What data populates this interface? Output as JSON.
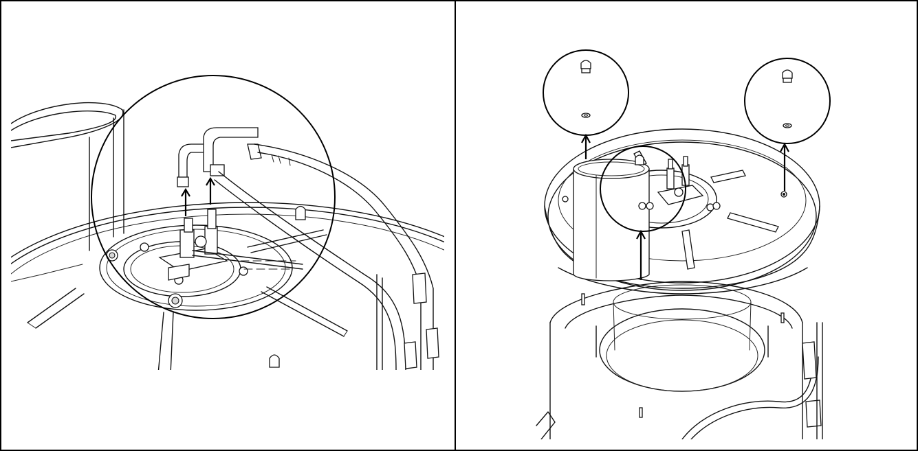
{
  "figure": {
    "layout": "two-panel-table",
    "panels": [
      {
        "id": "left",
        "callout_circles": 1,
        "arrows": 2
      },
      {
        "id": "right",
        "callout_circles": 3,
        "arrows": 3
      }
    ]
  }
}
